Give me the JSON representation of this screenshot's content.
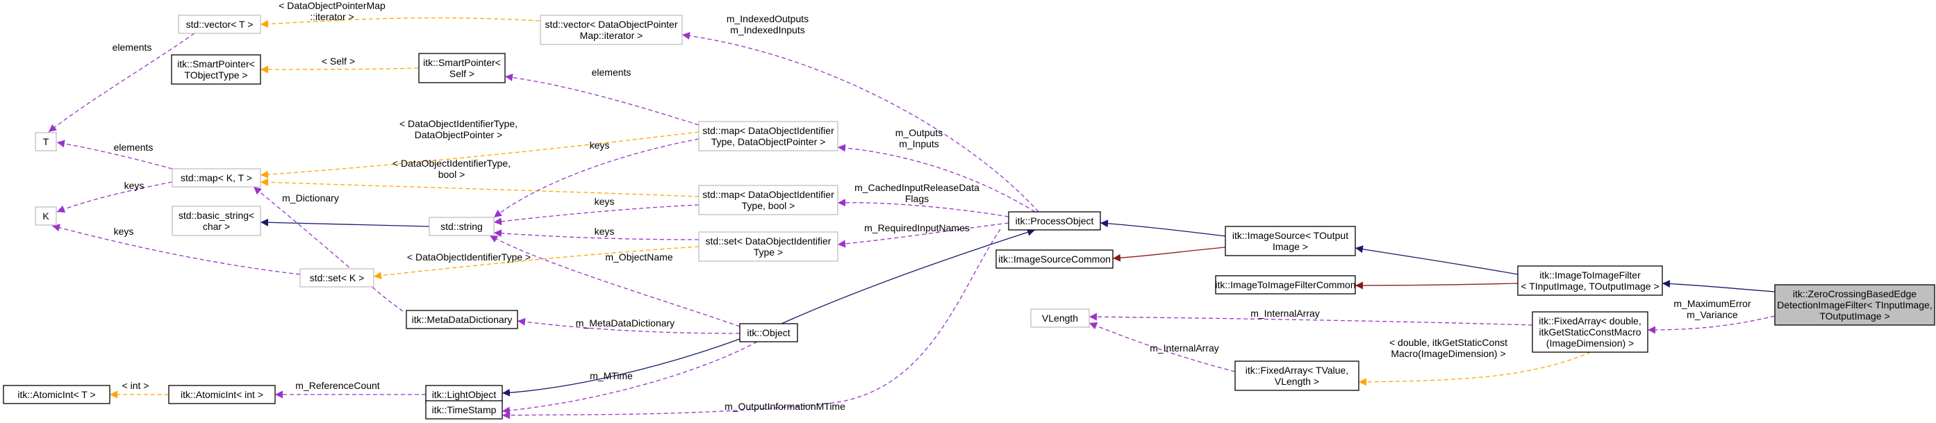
{
  "colors": {
    "inheritance": "#191970",
    "private_inheritance": "#8b1a1a",
    "usage": "#9a32cd",
    "template": "#ffa500"
  },
  "nodes": {
    "vector_T": [
      "std::vector< T >"
    ],
    "vector_map_iter": [
      "std::vector< DataObjectPointer",
      "Map::iterator >"
    ],
    "smartptr_TObjectType": [
      "itk::SmartPointer<",
      "TObjectType >"
    ],
    "smartptr_Self": [
      "itk::SmartPointer<",
      "Self >"
    ],
    "T": [
      "T"
    ],
    "K": [
      "K"
    ],
    "map_KT": [
      "std::map< K, T >"
    ],
    "basic_string": [
      "std::basic_string<",
      "char >"
    ],
    "string": [
      "std::string"
    ],
    "set_K": [
      "std::set< K >"
    ],
    "map_doi_dop": [
      "std::map< DataObjectIdentifier",
      "Type, DataObjectPointer >"
    ],
    "map_doi_bool": [
      "std::map< DataObjectIdentifier",
      "Type, bool >"
    ],
    "set_doi": [
      "std::set< DataObjectIdentifier",
      "Type >"
    ],
    "metadata_dict": [
      "itk::MetaDataDictionary"
    ],
    "object": [
      "itk::Object"
    ],
    "process_object": [
      "itk::ProcessObject"
    ],
    "image_source_common": [
      "itk::ImageSourceCommon"
    ],
    "image_source": [
      "itk::ImageSource< TOutput",
      "Image >"
    ],
    "ittif_common": [
      "itk::ImageToImageFilterCommon"
    ],
    "ittif": [
      "itk::ImageToImageFilter",
      "< TInputImage, TOutputImage >"
    ],
    "zero_crossing": [
      "itk::ZeroCrossingBasedEdge",
      "DetectionImageFilter< TInputImage,",
      "TOutputImage >"
    ],
    "atomicint_T": [
      "itk::AtomicInt< T >"
    ],
    "atomicint_int": [
      "itk::AtomicInt< int >"
    ],
    "light_object": [
      "itk::LightObject"
    ],
    "timestamp": [
      "itk::TimeStamp"
    ],
    "vlength": [
      "VLength"
    ],
    "fixedarray_tvalue": [
      "itk::FixedArray< TValue,",
      "VLength >"
    ],
    "fixedarray_double": [
      "itk::FixedArray< double,",
      "itkGetStaticConstMacro",
      "(ImageDimension) >"
    ]
  },
  "edges": {
    "vmi_to_vector": [
      "< DataObjectPointerMap",
      "::iterator >"
    ],
    "vectorT_elements": [
      "elements"
    ],
    "spSelf_to_spT": [
      "< Self >"
    ],
    "mapKT_elements": [
      "elements"
    ],
    "mapKT_keys": [
      "keys"
    ],
    "setK_keys": [
      "keys"
    ],
    "indexed": [
      "m_IndexedOutputs",
      "m_IndexedInputs"
    ],
    "sp_elements": [
      "elements"
    ],
    "map_dop_to_mapKT": [
      "< DataObjectIdentifierType,",
      "DataObjectPointer >"
    ],
    "map_bool_to_mapKT": [
      "< DataObjectIdentifierType,",
      "bool >"
    ],
    "set_doi_to_setK": [
      "< DataObjectIdentifierType >"
    ],
    "m_dictionary": [
      "m_Dictionary"
    ],
    "outputs_inputs": [
      "m_Outputs",
      "m_Inputs"
    ],
    "cached_flags": [
      "m_CachedInputReleaseData",
      "Flags"
    ],
    "required_inputs": [
      "m_RequiredInputNames"
    ],
    "map_dop_keys": [
      "keys"
    ],
    "map_bool_keys": [
      "keys"
    ],
    "set_doi_keys": [
      "keys"
    ],
    "object_name": [
      "m_ObjectName"
    ],
    "metadata_dictionary": [
      "m_MetaDataDictionary"
    ],
    "atomic_to_atomic": [
      "< int >"
    ],
    "reference_count": [
      "m_ReferenceCount"
    ],
    "mtime": [
      "m_MTime"
    ],
    "output_info_mtime": [
      "m_OutputInformationMTime"
    ],
    "internal_array_1": [
      "m_InternalArray"
    ],
    "internal_array_2": [
      "m_InternalArray"
    ],
    "fixed_template": [
      "< double, itkGetStaticConst",
      "Macro(ImageDimension) >"
    ],
    "max_error_variance": [
      "m_MaximumError",
      "m_Variance"
    ]
  }
}
